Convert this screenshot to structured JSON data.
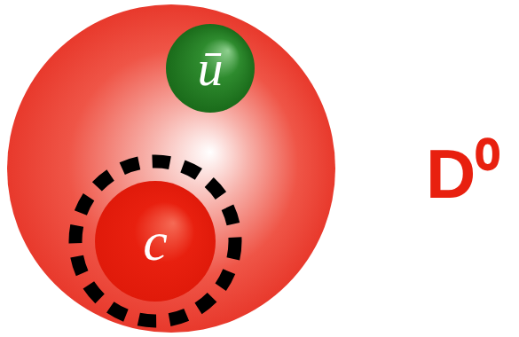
{
  "diagram": {
    "nodes": [
      {
        "text": [
          "D⁰"
        ]
      },
      {
        "text": [
          "ū"
        ],
        "in": 0
      },
      {
        "text": [
          "c"
        ],
        "in": 0
      }
    ]
  }
}
